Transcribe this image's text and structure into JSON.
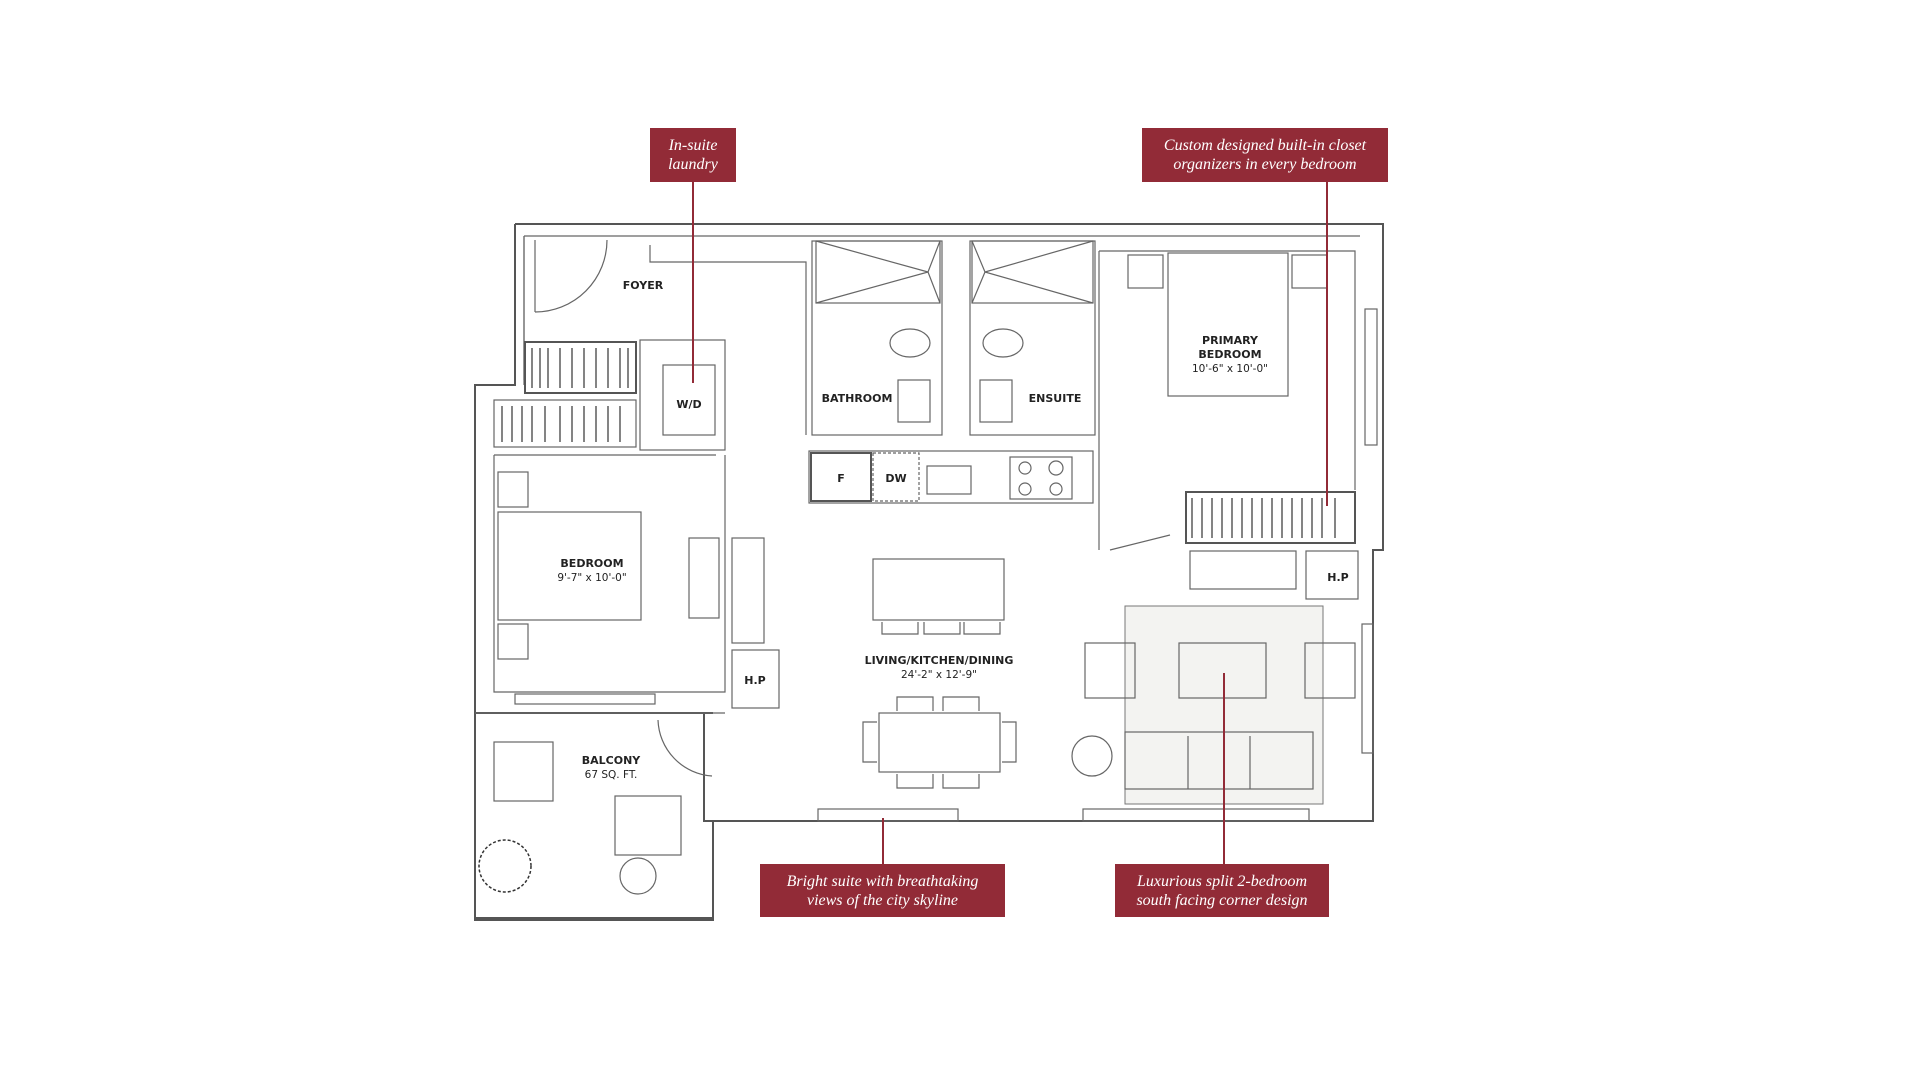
{
  "callouts": {
    "laundry": [
      "In-suite",
      "laundry"
    ],
    "closet": [
      "Custom designed built-in closet",
      "organizers in every bedroom"
    ],
    "views": [
      "Bright suite with breathtaking",
      "views of the city skyline"
    ],
    "corner": [
      "Luxurious split 2-bedroom",
      "south facing corner design"
    ]
  },
  "rooms": {
    "foyer": "FOYER",
    "wd": "W/D",
    "bathroom": "BATHROOM",
    "ensuite": "ENSUITE",
    "primary": {
      "name1": "PRIMARY",
      "name2": "BEDROOM",
      "dims": "10'-6\" x 10'-0\""
    },
    "bedroom": {
      "name": "BEDROOM",
      "dims": "9'-7\" x 10'-0\""
    },
    "living": {
      "name": "LIVING/KITCHEN/DINING",
      "dims": "24'-2\" x 12'-9\""
    },
    "balcony": {
      "name": "BALCONY",
      "dims": "67 SQ. FT."
    },
    "fridge": "F",
    "dishwasher": "DW",
    "hp1": "H.P",
    "hp2": "H.P"
  },
  "colors": {
    "accent": "#922b37"
  }
}
